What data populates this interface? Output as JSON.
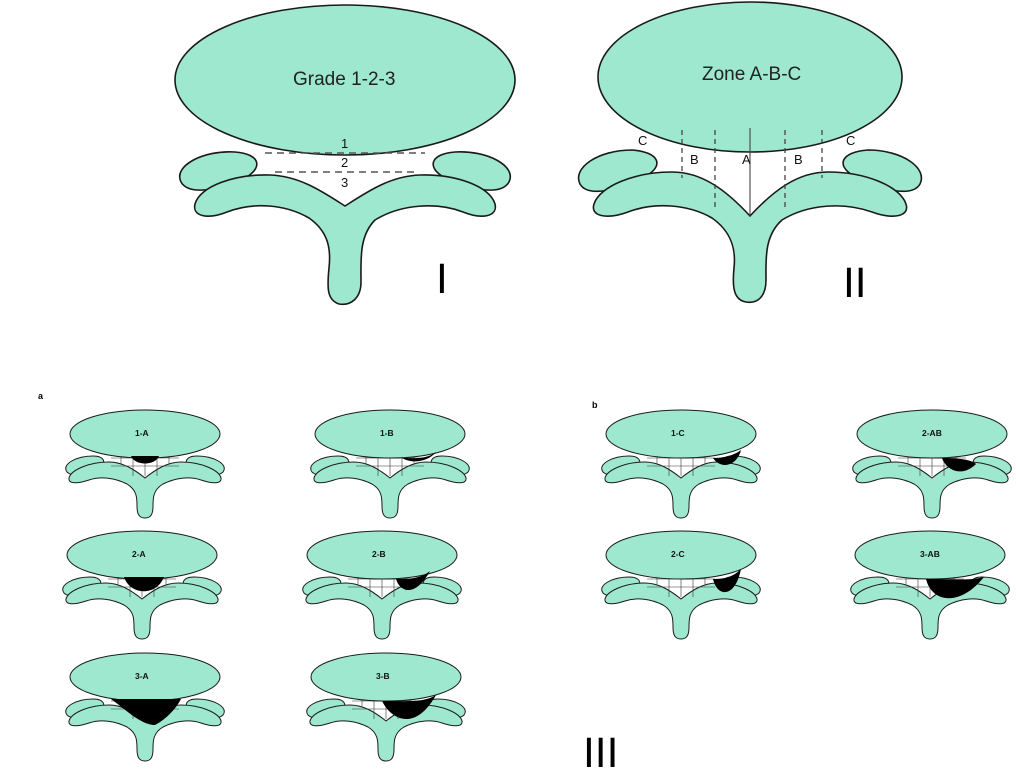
{
  "colors": {
    "bone": "#9ee8cf",
    "outline": "#1a1a1a",
    "herniation": "#000000",
    "background": "#ffffff"
  },
  "panel_I": {
    "title": "Grade 1-2-3",
    "grades": [
      "1",
      "2",
      "3"
    ],
    "numeral": "I"
  },
  "panel_II": {
    "title": "Zone A-B-C",
    "zones": [
      "C",
      "B",
      "A",
      "B",
      "C"
    ],
    "numeral": "II"
  },
  "panel_III": {
    "numeral": "III",
    "groups": [
      {
        "letter": "a",
        "items": [
          "1-A",
          "1-B",
          "2-A",
          "2-B",
          "3-A",
          "3-B"
        ]
      },
      {
        "letter": "b",
        "items": [
          "1-C",
          "2-AB",
          "2-C",
          "3-AB"
        ]
      }
    ]
  }
}
